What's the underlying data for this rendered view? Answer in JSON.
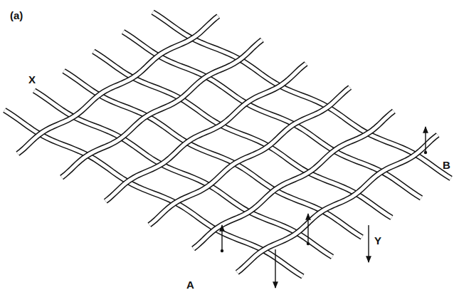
{
  "diagram": {
    "labels": [
      "(a)",
      "X",
      "B",
      "A",
      "Y"
    ]
  }
}
